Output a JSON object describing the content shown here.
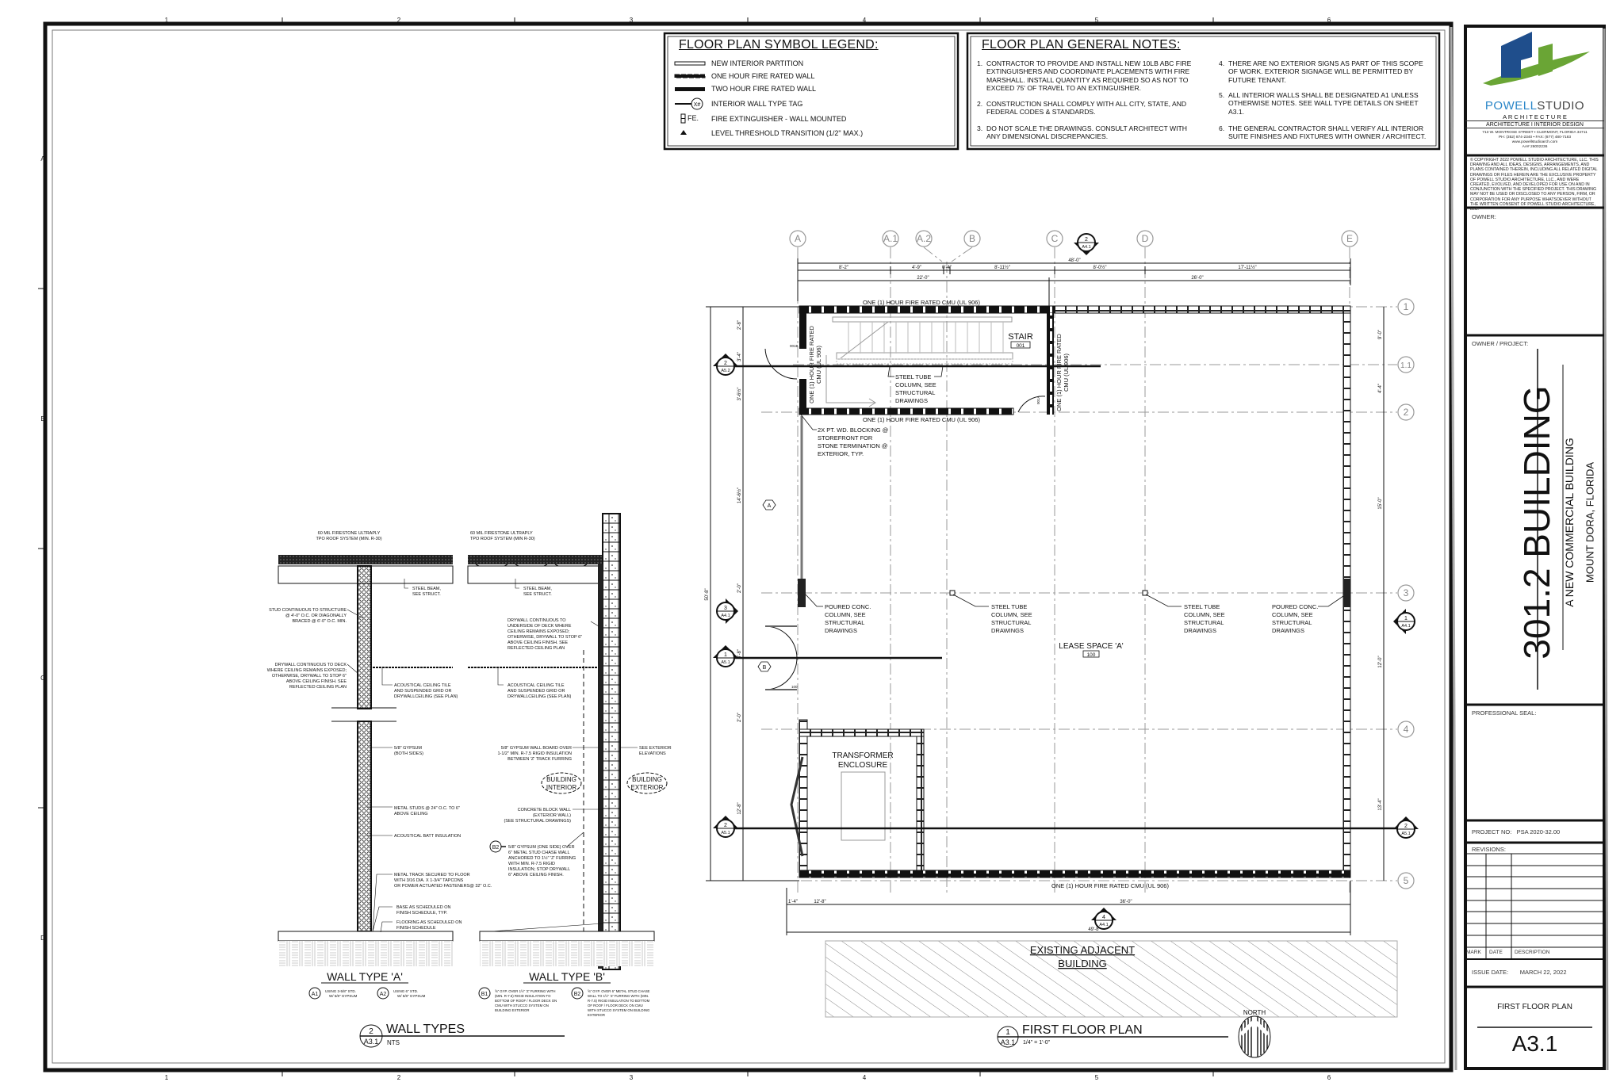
{
  "border": {
    "columns": [
      "1",
      "2",
      "3",
      "4",
      "5",
      "6"
    ],
    "rows": [
      "A",
      "B",
      "C",
      "D"
    ]
  },
  "legend": {
    "title": "FLOOR PLAN SYMBOL LEGEND:",
    "items": [
      {
        "label": "NEW INTERIOR PARTITION",
        "icon": "new-partition-symbol"
      },
      {
        "label": "ONE HOUR FIRE RATED WALL",
        "icon": "one-hour-wall-symbol"
      },
      {
        "label": "TWO HOUR FIRE RATED WALL",
        "icon": "two-hour-wall-symbol"
      },
      {
        "label": "INTERIOR WALL TYPE TAG",
        "icon": "wall-tag-symbol",
        "tag": "X#"
      },
      {
        "label": "FIRE EXTINGUISHER - WALL MOUNTED",
        "icon": "fire-extinguisher-symbol",
        "tag": "FE."
      },
      {
        "label": "LEVEL THRESHOLD TRANSITION (1/2\" MAX.)",
        "icon": "threshold-symbol"
      }
    ]
  },
  "notes": {
    "title": "FLOOR PLAN GENERAL NOTES:",
    "items": [
      {
        "num": "1.",
        "lines": [
          "CONTRACTOR TO PROVIDE AND INSTALL NEW 10LB ABC FIRE",
          "EXTINGUISHERS AND COORDINATE PLACEMENTS WITH FIRE",
          "MARSHALL.  INSTALL QUANTITY AS REQUIRED SO AS NOT TO",
          "EXCEED 75' OF TRAVEL TO AN EXTINGUISHER."
        ]
      },
      {
        "num": "2.",
        "lines": [
          "CONSTRUCTION SHALL COMPLY WITH ALL CITY, STATE, AND",
          "FEDERAL CODES & STANDARDS."
        ]
      },
      {
        "num": "3.",
        "lines": [
          "DO NOT SCALE THE DRAWINGS. CONSULT ARCHITECT WITH",
          "ANY DIMENSIONAL DISCREPANCIES."
        ]
      },
      {
        "num": "4.",
        "lines": [
          "THERE ARE NO EXTERIOR SIGNS AS PART OF THIS SCOPE",
          "OF WORK.  EXTERIOR SIGNAGE WILL BE PERMITTED BY",
          "FUTURE TENANT."
        ]
      },
      {
        "num": "5.",
        "lines": [
          "ALL INTERIOR WALLS SHALL BE DESIGNATED A1 UNLESS",
          "OTHERWISE NOTES. SEE WALL TYPE DETAILS ON SHEET",
          "A3.1."
        ]
      },
      {
        "num": "6.",
        "lines": [
          "THE GENERAL CONTRACTOR SHALL VERIFY ALL INTERIOR",
          "SUITE FINISHES AND FIXTURES WITH OWNER / ARCHITECT."
        ]
      }
    ]
  },
  "floor_plan": {
    "title": "FIRST FLOOR PLAN",
    "scale": "1/4\" = 1'-0\"",
    "ref_number": "1",
    "ref_sheet": "A3.1",
    "north_label": "NORTH",
    "grid_columns": [
      "A",
      "A.1",
      "A.2",
      "B",
      "C",
      "D",
      "E"
    ],
    "grid_rows": [
      "1",
      "1.1",
      "2",
      "3",
      "4",
      "5"
    ],
    "dimensions": {
      "top_overall": "48'-0\"",
      "top_segments": [
        "8'-2\"",
        "4'-9\"",
        "0'-4\"",
        "8'-11½\"",
        "8'-0½\"",
        "17'-11½\""
      ],
      "top_sub": [
        "22'-0\"",
        "26'-0\""
      ],
      "left_overall": "50'-8\"",
      "left_segments": [
        "2'-8\"",
        "3'-4\"",
        "3'-6½\"",
        "14'-6½\"",
        "2'-0\"",
        "8'-8\"",
        "2'-0\"",
        "12'-8\""
      ],
      "right_segments": [
        "9'-0\"",
        "4'-4\"",
        "15'-0\"",
        "12'-0\"",
        "13'-4\""
      ],
      "bottom_segments": [
        "1'-4\"",
        "12'-8\"",
        "36'-0\""
      ],
      "bottom_overall": "49'-8\""
    },
    "labels": {
      "fire_wall_top": "ONE (1) HOUR FIRE RATED CMU (UL 906)",
      "fire_wall_bottom": "ONE (1) HOUR FIRE RATED CMU (UL 906)",
      "fire_wall_bottom_plan": "ONE (1) HOUR FIRE RATED CMU (UL 906)",
      "fire_wall_vertical": [
        "ONE (1) HOUR FIRE RATED",
        "CMU (UL 906)"
      ],
      "stair_name": "STAIR",
      "stair_number": "001",
      "door_tags": [
        "001B",
        "001A",
        "100"
      ],
      "steel_tube": [
        "STEEL TUBE",
        "COLUMN, SEE",
        "STRUCTURAL",
        "DRAWINGS"
      ],
      "blocking": [
        "2X PT. WD. BLOCKING @",
        "STOREFRONT FOR",
        "STONE TERMINATION @",
        "EXTERIOR, TYP."
      ],
      "poured_conc": [
        "POURED CONC.",
        "COLUMN, SEE",
        "STRUCTURAL",
        "DRAWINGS"
      ],
      "lease_space_name": "LEASE SPACE 'A'",
      "lease_space_number": "100",
      "transformer": [
        "TRANSFORMER",
        "ENCLOSURE"
      ],
      "existing_building": [
        "EXISTING ADJACENT",
        "BUILDING"
      ],
      "storefront_tags": [
        "A",
        "B"
      ]
    },
    "section_markers": [
      {
        "num": "2",
        "sheet": "A4.1"
      },
      {
        "num": "2",
        "sheet": "A5.2"
      },
      {
        "num": "3",
        "sheet": "A4.1"
      },
      {
        "num": "1",
        "sheet": "A5.1"
      },
      {
        "num": "2",
        "sheet": "A5.1"
      },
      {
        "num": "1",
        "sheet": "A4.1"
      },
      {
        "num": "2",
        "sheet": "A5.1"
      },
      {
        "num": "4",
        "sheet": "A4.1"
      }
    ]
  },
  "wall_types": {
    "title": "WALL TYPES",
    "scale": "NTS",
    "ref_number": "2",
    "ref_sheet": "A3.1",
    "type_a": {
      "label": "WALL TYPE 'A'",
      "roof": [
        "60 MIL FIRESTONE ULTRAPLY",
        "TPO ROOF SYSTEM (MIN. R-30)"
      ],
      "beam": [
        "STEEL BEAM,",
        "SEE STRUCT."
      ],
      "stud": [
        "STUD CONTINUOUS TO STRUCTURE",
        "@ 4'-0\" O.C. OR DIAGONALLY",
        "BRACED @ 6'-0\" O.C. MIN."
      ],
      "drywall": [
        "DRYWALL CONTINUOUS TO DECK",
        "WHERE CEILING REMAINS EXPOSED;",
        "OTHERWISE, DRYWALL TO STOP 6\"",
        "ABOVE CEILING FINISH. SEE",
        "REFLECTED CEILING PLAN"
      ],
      "ceiling": [
        "ACOUSTICAL CEILING TILE",
        "AND SUSPENDED GRID OR",
        "DRYWALLCEILING (SEE PLAN)"
      ],
      "gypsum": [
        "5/8\" GYPSUM",
        "(BOTH SIDES)"
      ],
      "studs": [
        "METAL STUDS @ 24\" O.C. TO 6\"",
        "ABOVE CEILING"
      ],
      "batt": [
        "ACOUSTICAL BATT INSULATION"
      ],
      "track": [
        "METAL TRACK SECURED TO FLOOR",
        "WITH 3/16 DIA. X 1-3/4\" TAPCONS",
        "OR POWER ACTUATED FASTENERS@ 32\" O.C."
      ],
      "base": [
        "BASE AS SCHEDULED ON",
        "FINISH SCHEDULE, TYP."
      ],
      "flooring": [
        "FLOORING AS SCHEDULED ON",
        "FINISH SCHEDULE"
      ],
      "variants": [
        {
          "tag": "A1",
          "lines": [
            "USING 3-5/8\" STD.",
            "W/ 5/8\" GYPSUM"
          ]
        },
        {
          "tag": "A2",
          "lines": [
            "USING 6\" STD.",
            "W/ 5/8\" GYPSUM"
          ]
        }
      ]
    },
    "type_b": {
      "label": "WALL TYPE 'B'",
      "roof": [
        "60 MIL FIRESTONE ULTRAPLY",
        "TPO ROOF SYSTEM (MIN R-30)"
      ],
      "beam": [
        "STEEL BEAM,",
        "SEE STRUCT."
      ],
      "drywall": [
        "DRYWALL CONTINUOUS TO",
        "UNDERSIDE OF DECK WHERE",
        "CEILING REMAINS EXPOSED;",
        "OTHERWISE, DRYWALL TO STOP 6\"",
        "ABOVE CEILING FINISH. SEE",
        "REFLECTED CEILING PLAN"
      ],
      "ceiling": [
        "ACOUSTICAL CEILING TILE",
        "AND SUSPENDED GRID OR",
        "DRYWALLCEILING (SEE PLAN)"
      ],
      "gwb": [
        "5/8\"  GYPSUM WALL  BOARD OVER",
        "1-1/2\" MIN. R-7.5 RIGID  INSULATION",
        "BETWEEN 'Z' TRACK FURRING"
      ],
      "exterior_elev": [
        "SEE EXTERIOR",
        "ELEVATIONS"
      ],
      "interior_tag": [
        "BUILDING",
        "INTERIOR"
      ],
      "exterior_tag": [
        "BUILDING",
        "EXTERIOR"
      ],
      "cmu": [
        "CONCRETE BLOCK WALL",
        "(EXTERIOR WALL)",
        "(SEE STRUCTURAL DRAWINGS)"
      ],
      "b2_note": {
        "tag": "B2",
        "lines": [
          "5/8\" GYPSUM (ONE SIDE) OVER",
          "6\" METAL STUD CHASE WALL",
          "ANCHORED TO 1½\" 'Z' FURRING",
          "WITH MIN. R-7.5 RIGID",
          "INSULATION; STOP DRYWALL",
          "6\" ABOVE CEILING FINISH."
        ]
      },
      "variants": [
        {
          "tag": "B1",
          "lines": [
            "⅝\" GYP. OVER 1½\" 'Z' FURRING WITH",
            "(MIN. R-7.5) RIGID INSULATION TO",
            "BOTTOM OF ROOF / FLOOR DECK ON",
            "CMU WITH STUCCO SYSTEM ON",
            "BUILDING EXTERIOR"
          ]
        },
        {
          "tag": "B2",
          "lines": [
            "⅝\" GYP. OVER 6\" METAL STUD CHASE",
            "WALL TO 1½\" 'Z' FURRING WITH (MIN.",
            "R-7.5) RIGID INSULATION TO BOTTOM",
            "OF ROOF / FLOOR DECK ON CMU",
            "WITH STUCCO SYSTEM ON  BUILDING",
            "EXTERIOR"
          ]
        }
      ]
    }
  },
  "title_block": {
    "firm_name_1": "POWELL",
    "firm_name_2": "STUDIO",
    "firm_sub": "A R C H I T E C T U R E",
    "services": "ARCHITECTURE  I  INTERIOR DESIGN",
    "address": "713 W. MONTROSE STREET  ▪  CLERMONT, FLORIDA  34711",
    "phone": "PH:  (352) 874-2340  ▪  FAX:  (877) 480-7183",
    "website": "www.powellstudioarch.com",
    "license": "AA# 26002236",
    "copyright": "©     COPYRIGHT 2022 POWELL STUDIO ARCHITECTURE, LLC. THIS DRAWING AND ALL IDEAS, DESIGNS, ARRANGEMENTS, AND PLANS CONTAINED THEREIN, INCLUDING ALL RELATED DIGITAL DRAWINGS OR FILES HEREIN ARE THE EXCLUSIVE PROPERTY OF POWELL STUDIO ARCHITECTURE, LLC., AND WERE CREATED, EVOLVED, AND DEVELOPED FOR USE ON AND IN CONJUNCTION WITH THE SPECIFIED PROJECT. THIS DRAWING MAY NOT BE USED OR DISCLOSED TO ANY PERSON, FIRM, OR CORPORATION FOR ANY PURPOSE WHATSOEVER WITHOUT THE WRITTEN CONSENT OF POWELL STUDIO ARCHITECTURE, LLC.",
    "owner_label": "OWNER:",
    "owner_project_label": "OWNER / PROJECT:",
    "project_title": "301.2 BUILDING",
    "project_subtitle": "A NEW COMMERCIAL BUILDING",
    "project_location": "MOUNT DORA, FLORIDA",
    "seal_label": "PROFESSIONAL SEAL:",
    "project_no_label": "PROJECT NO:",
    "project_no": "PSA 2020-32.00",
    "revisions_label": "REVISIONS:",
    "revision_columns": [
      "MARK",
      "DATE",
      "DESCRIPTION"
    ],
    "issue_date_label": "ISSUE DATE:",
    "issue_date": "MARCH 22, 2022",
    "sheet_title": "FIRST FLOOR PLAN",
    "sheet_number": "A3.1",
    "colors": {
      "logo_blue": "#1f4e8c",
      "logo_green": "#6aa535",
      "firm_blue": "#2a86c8"
    }
  }
}
